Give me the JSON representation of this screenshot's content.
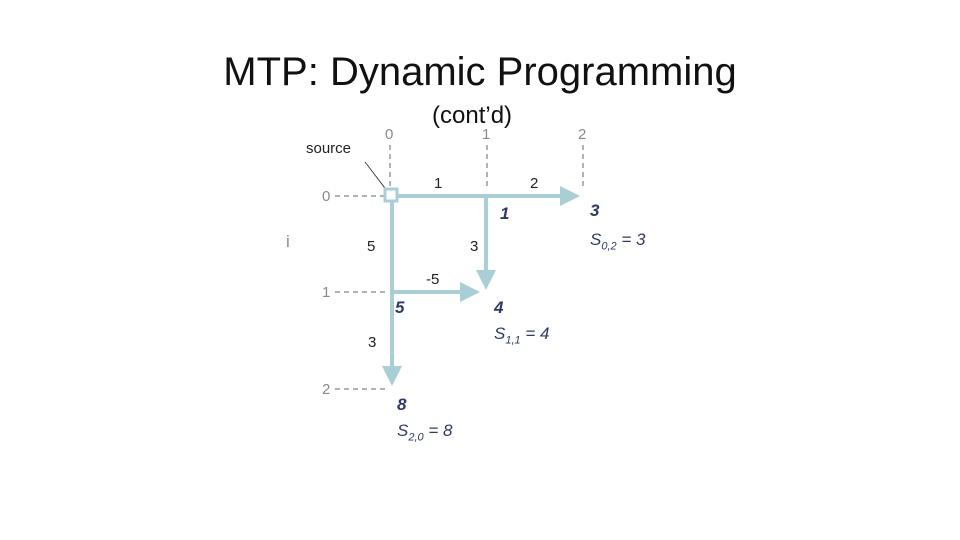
{
  "title": "MTP: Dynamic Programming",
  "subtitle": "(cont’d)",
  "source_label": "source",
  "axis": {
    "i_label": "i",
    "j_labels": [
      "0",
      "1",
      "2"
    ],
    "i_labels": [
      "0",
      "1",
      "2"
    ]
  },
  "edge_weights": {
    "w_0_1_right": "1",
    "w_0_2_right": "2",
    "w_0_1_down": "5",
    "w_1_1_down": "3",
    "w_1_1_right": "-5",
    "w_2_0_down": "3"
  },
  "node_scores": {
    "s01": "1",
    "s02": "3",
    "s10": "5",
    "s11": "4",
    "s20": "8"
  },
  "score_labels": {
    "s02": {
      "var": "S",
      "sub": "0,2",
      "eq": " = 3"
    },
    "s11": {
      "var": "S",
      "sub": "1,1",
      "eq": " = 4"
    },
    "s20": {
      "var": "S",
      "sub": "2,0",
      "eq": " = 8"
    }
  },
  "colors": {
    "edge": "#a9cfd6",
    "score": "#2e3870",
    "guide": "#666666"
  }
}
